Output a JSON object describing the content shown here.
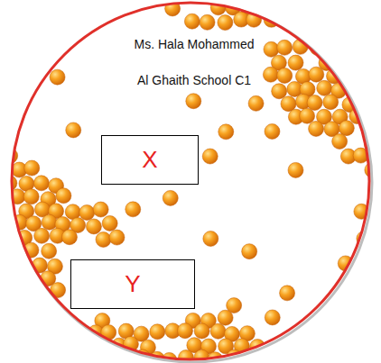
{
  "diagram": {
    "nodes": [
      {
        "text": [
          "X"
        ]
      },
      {
        "text": [
          "Y"
        ]
      }
    ],
    "labels": [
      "Ms. Hala Mohammed",
      "Al Ghaith School C1"
    ]
  }
}
